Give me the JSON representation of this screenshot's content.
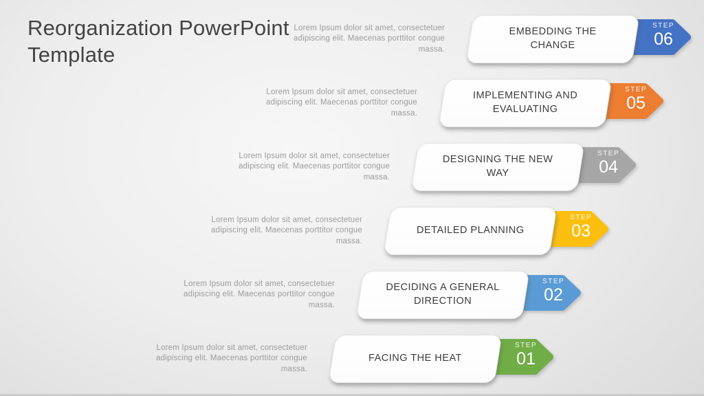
{
  "slide": {
    "title": "Reorganization PowerPoint Template"
  },
  "steps": [
    {
      "step_label": "STEP",
      "number": "06",
      "title": "EMBEDDING THE CHANGE",
      "color": "#4472C4",
      "description": "Lorem Ipsum dolor sit amet, consectetuer adipiscing elit. Maecenas porttitor congue massa."
    },
    {
      "step_label": "STEP",
      "number": "05",
      "title": "IMPLEMENTING AND EVALUATING",
      "color": "#ED7D31",
      "description": "Lorem Ipsum dolor sit amet, consectetuer adipiscing elit. Maecenas porttitor congue massa."
    },
    {
      "step_label": "STEP",
      "number": "04",
      "title": "DESIGNING THE NEW WAY",
      "color": "#A6A6A6",
      "description": "Lorem Ipsum dolor sit amet, consectetuer adipiscing elit. Maecenas porttitor congue massa."
    },
    {
      "step_label": "STEP",
      "number": "03",
      "title": "DETAILED PLANNING",
      "color": "#FCBF10",
      "description": "Lorem Ipsum dolor sit amet, consectetuer adipiscing elit. Maecenas porttitor congue massa."
    },
    {
      "step_label": "STEP",
      "number": "02",
      "title": "DECIDING A GENERAL DIRECTION",
      "color": "#5B9BD5",
      "description": "Lorem Ipsum dolor sit amet, consectetuer adipiscing elit. Maecenas porttitor congue massa."
    },
    {
      "step_label": "STEP",
      "number": "01",
      "title": "FACING THE HEAT",
      "color": "#70AD47",
      "description": "Lorem Ipsum dolor sit amet, consectetuer adipiscing elit. Maecenas porttitor congue massa."
    }
  ]
}
